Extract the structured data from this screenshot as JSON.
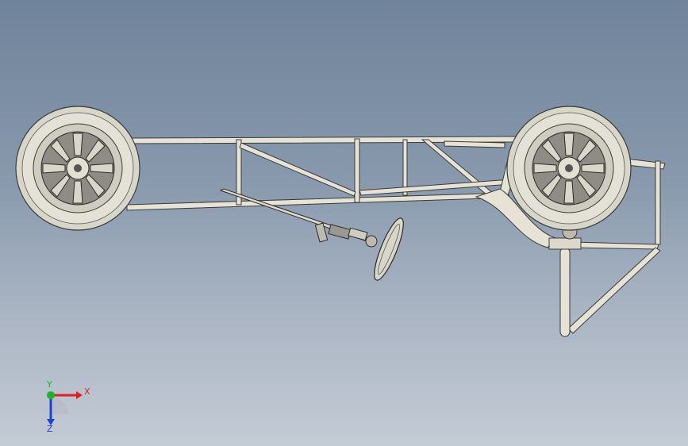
{
  "viewport": {
    "background_top": "#6f839a",
    "background_bottom": "#c3cbd5"
  },
  "model": {
    "frame_color": "#e6e3d6",
    "frame_edge": "#3a3a3a",
    "tire_color": "#d8d6c8",
    "rim_color": "#cfcdbf",
    "components": [
      "front-wheel",
      "rear-wheel",
      "chassis-frame",
      "steering-column",
      "steering-wheel",
      "fender",
      "rear-support-strut"
    ]
  },
  "triad": {
    "x_label": "X",
    "y_label": "Y",
    "z_label": "Z",
    "x_color": "#e02020",
    "y_color": "#20b030",
    "z_color": "#2040d0"
  }
}
